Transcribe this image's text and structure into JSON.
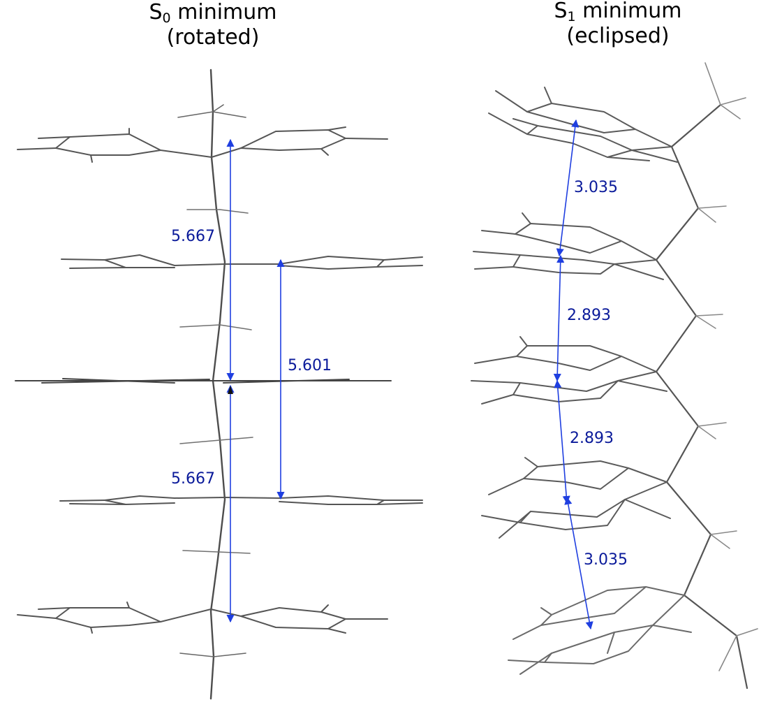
{
  "left_panel": {
    "title_symbol": "S",
    "title_sub": "0",
    "title_word": " minimum",
    "title_line2": "(rotated)",
    "distances": [
      "5.667",
      "5.601",
      "5.667"
    ]
  },
  "right_panel": {
    "title_symbol": "S",
    "title_sub": "1",
    "title_word": " minimum",
    "title_line2": "(eclipsed)",
    "distances": [
      "3.035",
      "2.893",
      "2.893",
      "3.035"
    ]
  },
  "colors": {
    "bond": "#555555",
    "bond_light": "#8a8a8a",
    "arrow": "#1f3fe0",
    "label": "#0a1a9a"
  }
}
